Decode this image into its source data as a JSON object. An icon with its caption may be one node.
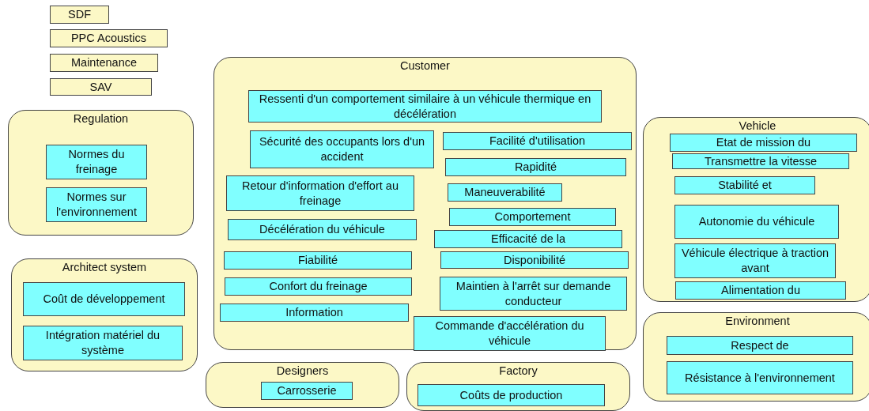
{
  "diagram": {
    "nodes": [
      {
        "text": [
          "SDF"
        ]
      },
      {
        "text": [
          "PPC Acoustics"
        ]
      },
      {
        "text": [
          "Maintenance"
        ]
      },
      {
        "text": [
          "SAV"
        ]
      },
      {
        "text": [
          "Regulation"
        ]
      },
      {
        "text": [
          "Normes du freinage"
        ],
        "in": 4
      },
      {
        "text": [
          "Normes sur l'environnement"
        ],
        "in": 4
      },
      {
        "text": [
          "Architect system"
        ]
      },
      {
        "text": [
          "Coût de développement"
        ],
        "in": 7
      },
      {
        "text": [
          "Intégration matériel du système"
        ],
        "in": 7
      },
      {
        "text": [
          "Customer"
        ]
      },
      {
        "text": [
          "Ressenti d'un comportement similaire à un véhicule thermique en décélération"
        ],
        "in": 10
      },
      {
        "text": [
          "Sécurité des occupants lors d'un accident"
        ],
        "in": 10
      },
      {
        "text": [
          "Facilité d'utilisation"
        ],
        "in": 10
      },
      {
        "text": [
          "Rapidité"
        ],
        "in": 10
      },
      {
        "text": [
          "Retour d'information d'effort au freinage"
        ],
        "in": 10
      },
      {
        "text": [
          "Maneuverabilité"
        ],
        "in": 10
      },
      {
        "text": [
          "Comportement"
        ],
        "in": 10
      },
      {
        "text": [
          "Décélération du véhicule"
        ],
        "in": 10
      },
      {
        "text": [
          "Efficacité de la"
        ],
        "in": 10
      },
      {
        "text": [
          "Disponibilité"
        ],
        "in": 10
      },
      {
        "text": [
          "Fiabilité"
        ],
        "in": 10
      },
      {
        "text": [
          "Confort du freinage"
        ],
        "in": 10
      },
      {
        "text": [
          "Maintien à l'arrêt sur demande conducteur"
        ],
        "in": 10
      },
      {
        "text": [
          "Information"
        ],
        "in": 10
      },
      {
        "text": [
          "Commande d'accélération du véhicule"
        ],
        "in": 10
      },
      {
        "text": [
          "Designers"
        ]
      },
      {
        "text": [
          "Carrosserie"
        ],
        "in": 26
      },
      {
        "text": [
          "Factory"
        ]
      },
      {
        "text": [
          "Coûts de production"
        ],
        "in": 28
      },
      {
        "text": [
          "Vehicle"
        ]
      },
      {
        "text": [
          "Etat de mission du"
        ],
        "in": 30
      },
      {
        "text": [
          "Transmettre la vitesse"
        ],
        "in": 30
      },
      {
        "text": [
          "Stabilité et"
        ],
        "in": 30
      },
      {
        "text": [
          "Autonomie du véhicule"
        ],
        "in": 30
      },
      {
        "text": [
          "Véhicule électrique à traction avant"
        ],
        "in": 30
      },
      {
        "text": [
          "Alimentation du"
        ],
        "in": 30
      },
      {
        "text": [
          "Environment"
        ]
      },
      {
        "text": [
          "Respect de"
        ],
        "in": 37
      },
      {
        "text": [
          "Résistance à l'environnement"
        ],
        "in": 37
      }
    ],
    "edges": []
  }
}
